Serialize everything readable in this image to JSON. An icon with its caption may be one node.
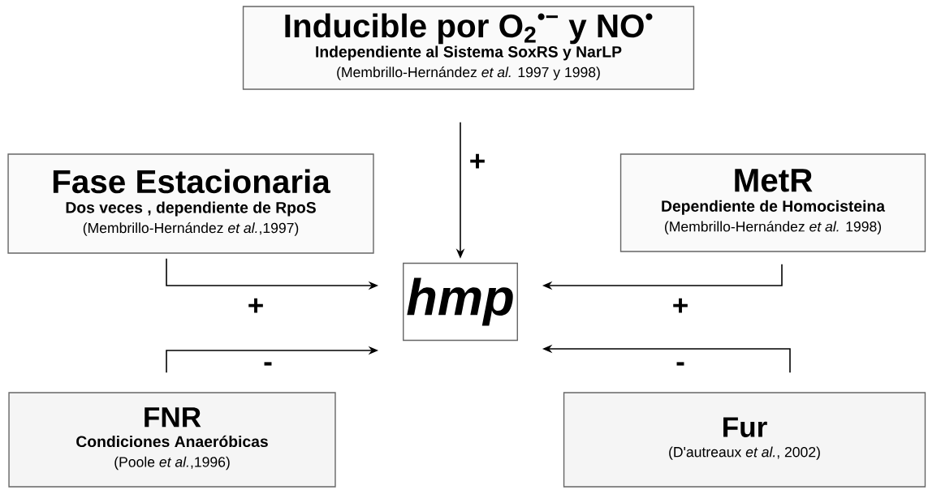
{
  "diagram": {
    "nodes": [
      {
        "text": [
          "Inducible por O$_{2}$$^{•−}$ y NO$^{•}$",
          "Independiente al Sistema SoxRS y NarLP",
          "(Membrillo-Hernández *et al.* 1997 y 1998)"
        ]
      },
      {
        "text": [
          "Fase Estacionaria",
          "Dos veces , dependiente de RpoS",
          "(Membrillo-Hernández *et al.*,1997)"
        ]
      },
      {
        "text": [
          "MetR",
          "Dependiente de Homocisteina",
          "(Membrillo-Hernández *et al.* 1998)"
        ]
      },
      {
        "text": [
          "hmp"
        ]
      },
      {
        "text": [
          "FNR",
          "Condiciones Anaeróbicas",
          "(Poole *et al.*,1996)"
        ]
      },
      {
        "text": [
          "Fur",
          "(D'autreaux *et al.*, 2002)"
        ]
      }
    ],
    "edges": [
      {
        "from": 0,
        "to": 3,
        "arrow": "to",
        "label": "+"
      },
      {
        "from": 1,
        "to": 3,
        "arrow": "to",
        "label": "+"
      },
      {
        "from": 2,
        "to": 3,
        "arrow": "to",
        "label": "+"
      },
      {
        "from": 4,
        "to": 3,
        "arrow": "to",
        "label": "-"
      },
      {
        "from": 5,
        "to": 3,
        "arrow": "to",
        "label": "-"
      }
    ]
  }
}
